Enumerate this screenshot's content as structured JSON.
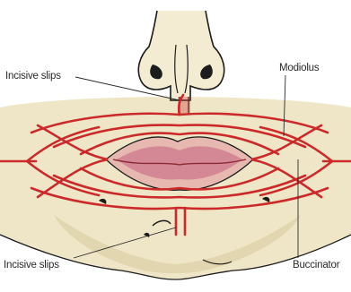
{
  "labels": {
    "incisive_top": "Incisive slips",
    "modiolus": "Modiolus",
    "incisive_bottom": "Incisive slips",
    "buccinator": "Buccinator"
  },
  "colors": {
    "skin": "#efe6c7",
    "skin_shadow": "#d9cfa8",
    "muscle": "#cc2a2a",
    "lip_outer": "#d98a8a",
    "lip_inner": "#c75a6a",
    "mouth_line": "#8a2a35",
    "outline": "#1c1c1c"
  }
}
